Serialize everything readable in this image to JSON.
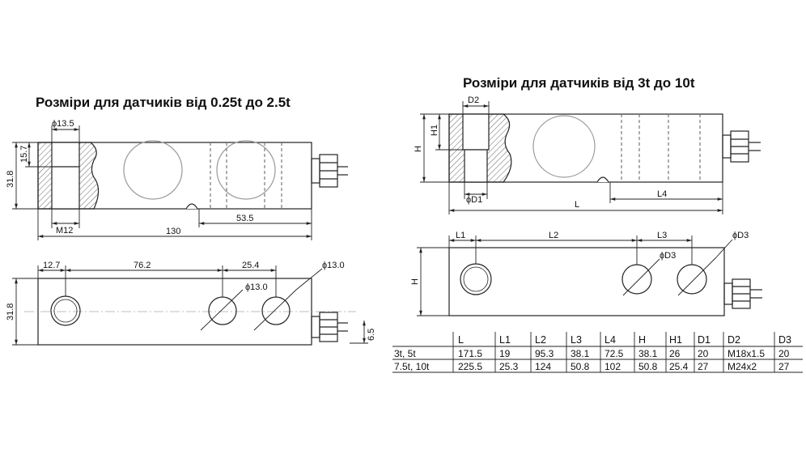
{
  "titles": {
    "left": "Розміри для датчиків від 0.25t до 2.5t",
    "right": "Розміри для датчиків від 3t до 10t"
  },
  "left_side_view": {
    "hole_dia": "ϕ13.5",
    "d_15_7": "15.7",
    "d_31_8": "31.8",
    "thread": "M12",
    "length": "130",
    "offset": "53.5"
  },
  "left_top_view": {
    "d_12_7": "12.7",
    "d_76_2": "76.2",
    "d_25_4": "25.4",
    "hole_outer": "ϕ13.0",
    "hole_inner": "ϕ13.0",
    "width": "31.8",
    "d_6_5": "6.5"
  },
  "right_side_view": {
    "d2": "D2",
    "h1": "H1",
    "h": "H",
    "d1": "ϕD1",
    "l4": "L4",
    "l": "L"
  },
  "right_top_view": {
    "l1": "L1",
    "l2": "L2",
    "l3": "L3",
    "d3_outer": "ϕD3",
    "d3_inner": "ϕD3",
    "h": "H"
  },
  "table": {
    "headers": [
      "L",
      "L1",
      "L2",
      "L3",
      "L4",
      "H",
      "H1",
      "D1",
      "D2",
      "D3"
    ],
    "rows": [
      {
        "label": "3t, 5t",
        "cells": [
          "171.5",
          "19",
          "95.3",
          "38.1",
          "72.5",
          "38.1",
          "26",
          "20",
          "M18x1.5",
          "20"
        ]
      },
      {
        "label": "7.5t, 10t",
        "cells": [
          "225.5",
          "25.3",
          "124",
          "50.8",
          "102",
          "50.8",
          "25.4",
          "27",
          "M24x2",
          "27"
        ]
      }
    ]
  }
}
